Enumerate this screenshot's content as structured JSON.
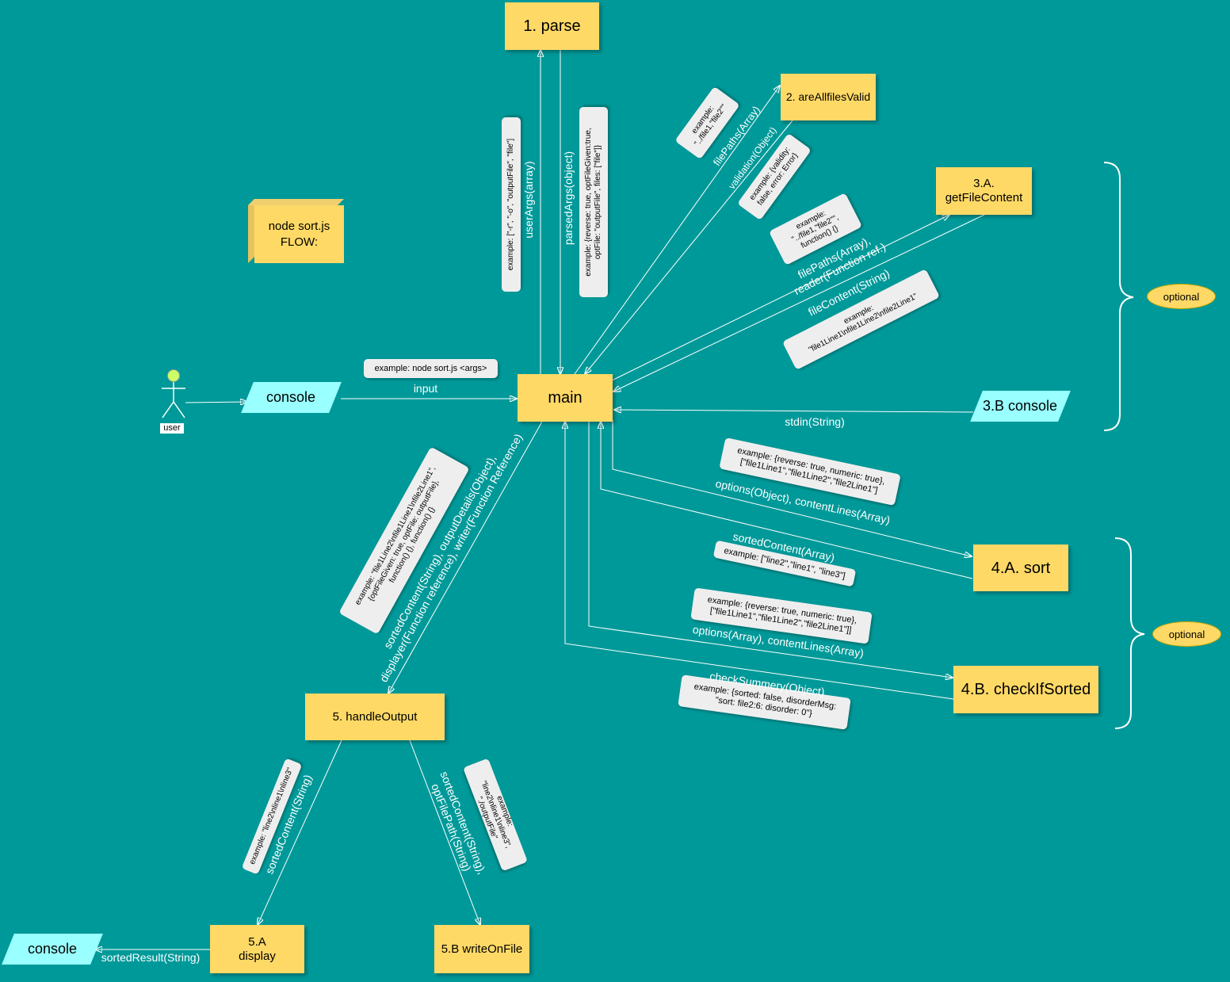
{
  "diagram": {
    "title": "node sort.js\nFLOW:",
    "nodes": {
      "parse": "1. parse",
      "are_all_files_valid": "2. areAllfilesValid",
      "get_file_content": "3.A.\ngetFileContent",
      "console_stdin": "3.B console",
      "main": "main",
      "sort": "4.A. sort",
      "check_if_sorted": "4.B. checkIfSorted",
      "handle_output": "5. handleOutput",
      "display": "5.A\ndisplay",
      "write_on_file": "5.B writeOnFile",
      "console_input": "console",
      "console_output": "console",
      "user": "user"
    },
    "optional_labels": [
      "optional",
      "optional"
    ],
    "edge_labels": {
      "input": "input",
      "user_args": "userArgs(array)",
      "parsed_args": "parsedArgs(object)",
      "file_paths": "filePaths(Array)",
      "validation": "validation(Object)",
      "file_paths_reader": "filePaths(Array),\nreader(Function ref.)",
      "file_content": "fileContent(String)",
      "stdin": "stdin(String)",
      "options_content_sort": "options(Object), contentLines(Array)",
      "sorted_content": "sortedContent(Array)",
      "options_content_check": "options(Array), contentLines(Array)",
      "check_summery": "checkSummery(Object)",
      "handle_output_args": "sortedContent(String), outputDetails(Object),\ndisplayer(Function reference), writer(Function Reference)",
      "display_arg": "sortedContent(String)",
      "write_args": "sortedContent(String),\noptFilePath(String)",
      "sorted_result": "sortedResult(String)"
    },
    "examples": {
      "input": "example: node sort.js  <args>",
      "user_args": "example: [\"-r\", \"-o\", \"outputFile\", \"file\"]",
      "parsed_args": "example: {reverse: true, optFileGiven:true,\noptFile: \"outputFile\", files: [\"file\"]}",
      "file_paths": "example:\n\"../file1,\"file2\"\"",
      "validation": "example: {validity:\nfalse, error: Error}",
      "file_paths_reader": "example:\n\"../file1,\"file2\"\",\nfunction() {}",
      "file_content": "example:\n\"file1Line1\\nfile1Line2\\nfile2Line1\"",
      "sort_options": "example: {reverse: true, numeric: true},\n[\"file1Line1\",\"file1Line2\",\"file2Line1\"]",
      "sorted_content": "example: [\"line2\",\"line1\", \"line3\"]",
      "check_options": "example: {reverse: true, numeric: true},\n[\"file1Line1\",\"file1Line2\",\"file2Line1\"]]",
      "check_summery": "example: {sorted: false, disorderMsg:\n\"sort: file2:6: disorder: 0\"}",
      "handle_output": "example: \"file1Line2\\nfile1Line1\\nfile2Line1\",\n{optFileGiven: true, optFile: outputFile},\nfunction() {}, function() {}",
      "display": "example: \"line2\\nline1\\nline3\"",
      "write": "example: \"line2\\nline1\\nline3\",\n\"./outputFile\""
    }
  },
  "colors": {
    "background": "#009999",
    "process_fill": "#ffd966",
    "io_fill": "#99ffff",
    "note_fill": "#eeeeee",
    "wire": "#ffffff"
  }
}
